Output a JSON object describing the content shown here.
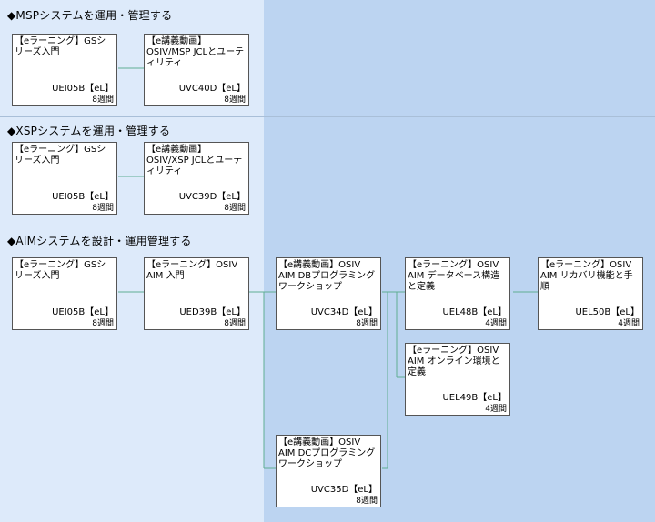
{
  "sections": [
    {
      "title": "◆MSPシステムを運用・管理する",
      "courses": [
        {
          "title": "【eラーニング】GSシリーズ入門",
          "code": "UEI05B【eL】",
          "duration": "8週間"
        },
        {
          "title": "【e講義動画】OSIV/MSP JCLとユーティリティ",
          "code": "UVC40D【eL】",
          "duration": "8週間"
        }
      ]
    },
    {
      "title": "◆XSPシステムを運用・管理する",
      "courses": [
        {
          "title": "【eラーニング】GSシリーズ入門",
          "code": "UEI05B【eL】",
          "duration": "8週間"
        },
        {
          "title": "【e講義動画】OSIV/XSP JCLとユーティリティ",
          "code": "UVC39D【eL】",
          "duration": "8週間"
        }
      ]
    },
    {
      "title": "◆AIMシステムを設計・運用管理する",
      "courses": [
        {
          "title": "【eラーニング】GSシリーズ入門",
          "code": "UEI05B【eL】",
          "duration": "8週間"
        },
        {
          "title": "【eラーニング】OSIV AIM 入門",
          "code": "UED39B【eL】",
          "duration": "8週間"
        },
        {
          "title": "【e講義動画】OSIV AIM DBプログラミング ワークショップ",
          "code": "UVC34D【eL】",
          "duration": "8週間"
        },
        {
          "title": "【eラーニング】OSIV AIM データベース構造と定義",
          "code": "UEL48B【eL】",
          "duration": "4週間"
        },
        {
          "title": "【eラーニング】OSIV AIM リカバリ機能と手順",
          "code": "UEL50B【eL】",
          "duration": "4週間"
        },
        {
          "title": "【eラーニング】OSIV AIM オンライン環境と定義",
          "code": "UEL49B【eL】",
          "duration": "4週間"
        },
        {
          "title": "【e講義動画】OSIV AIM DCプログラミング ワークショップ",
          "code": "UVC35D【eL】",
          "duration": "8週間"
        }
      ]
    }
  ],
  "colors": {
    "connector": "#5fae94",
    "left_band": "#ddeafa",
    "right_band": "#bcd4f1"
  }
}
